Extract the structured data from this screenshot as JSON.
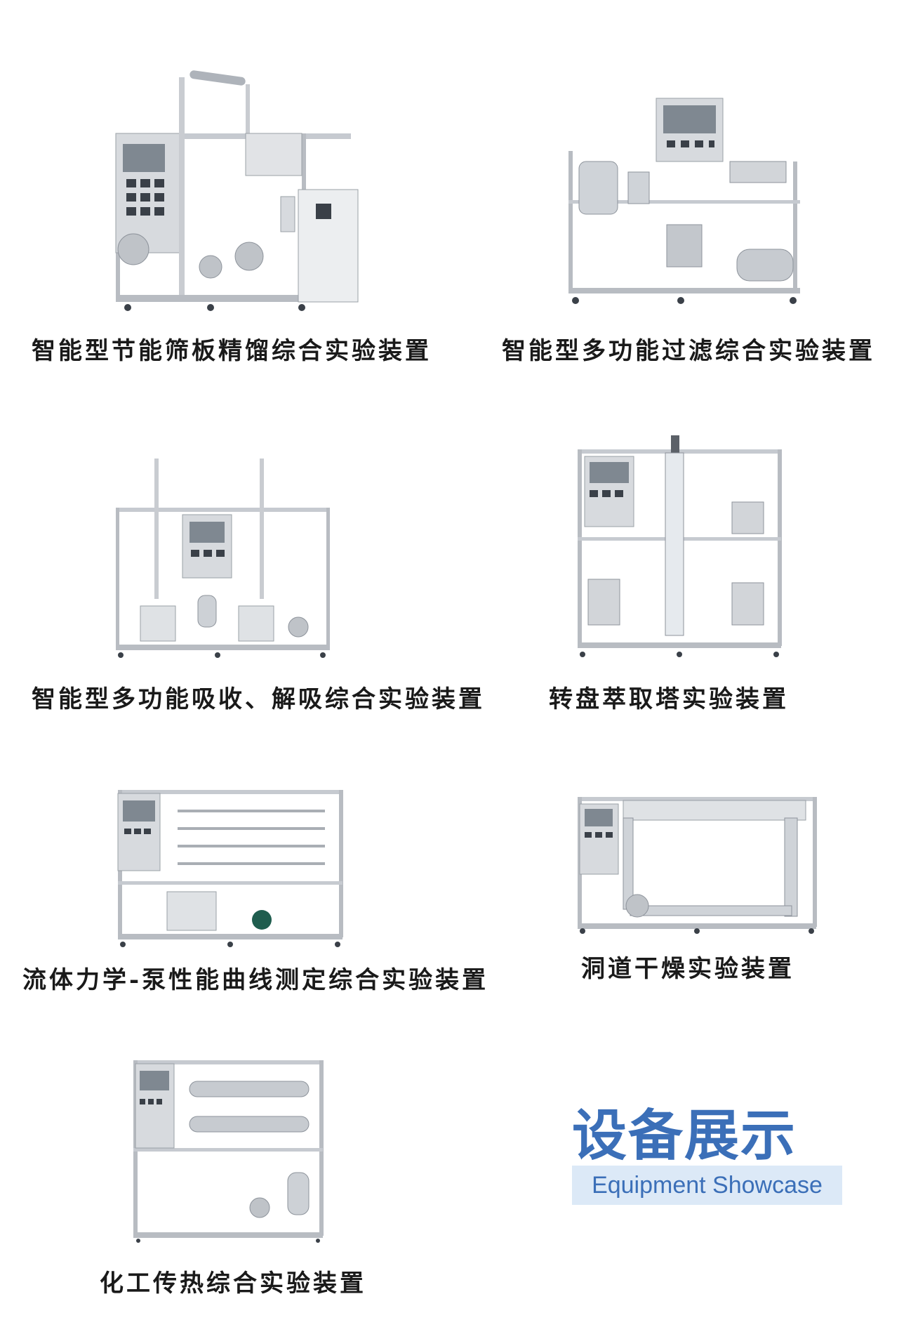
{
  "equipment": [
    {
      "name": "智能型节能筛板精馏综合实验装置"
    },
    {
      "name": "智能型多功能过滤综合实验装置"
    },
    {
      "name": "智能型多功能吸收、解吸综合实验装置"
    },
    {
      "name": "转盘萃取塔实验装置"
    },
    {
      "name": "流体力学-泵性能曲线测定综合实验装置"
    },
    {
      "name": "洞道干燥实验装置"
    },
    {
      "name": "化工传热综合实验装置"
    }
  ],
  "showcase": {
    "title": "设备展示",
    "subtitle": "Equipment Showcase"
  },
  "colors": {
    "accent": "#3b6fb8",
    "accent_bg": "#dce9f7",
    "frame": "#b8bcc2",
    "frame_dark": "#8d939b"
  }
}
